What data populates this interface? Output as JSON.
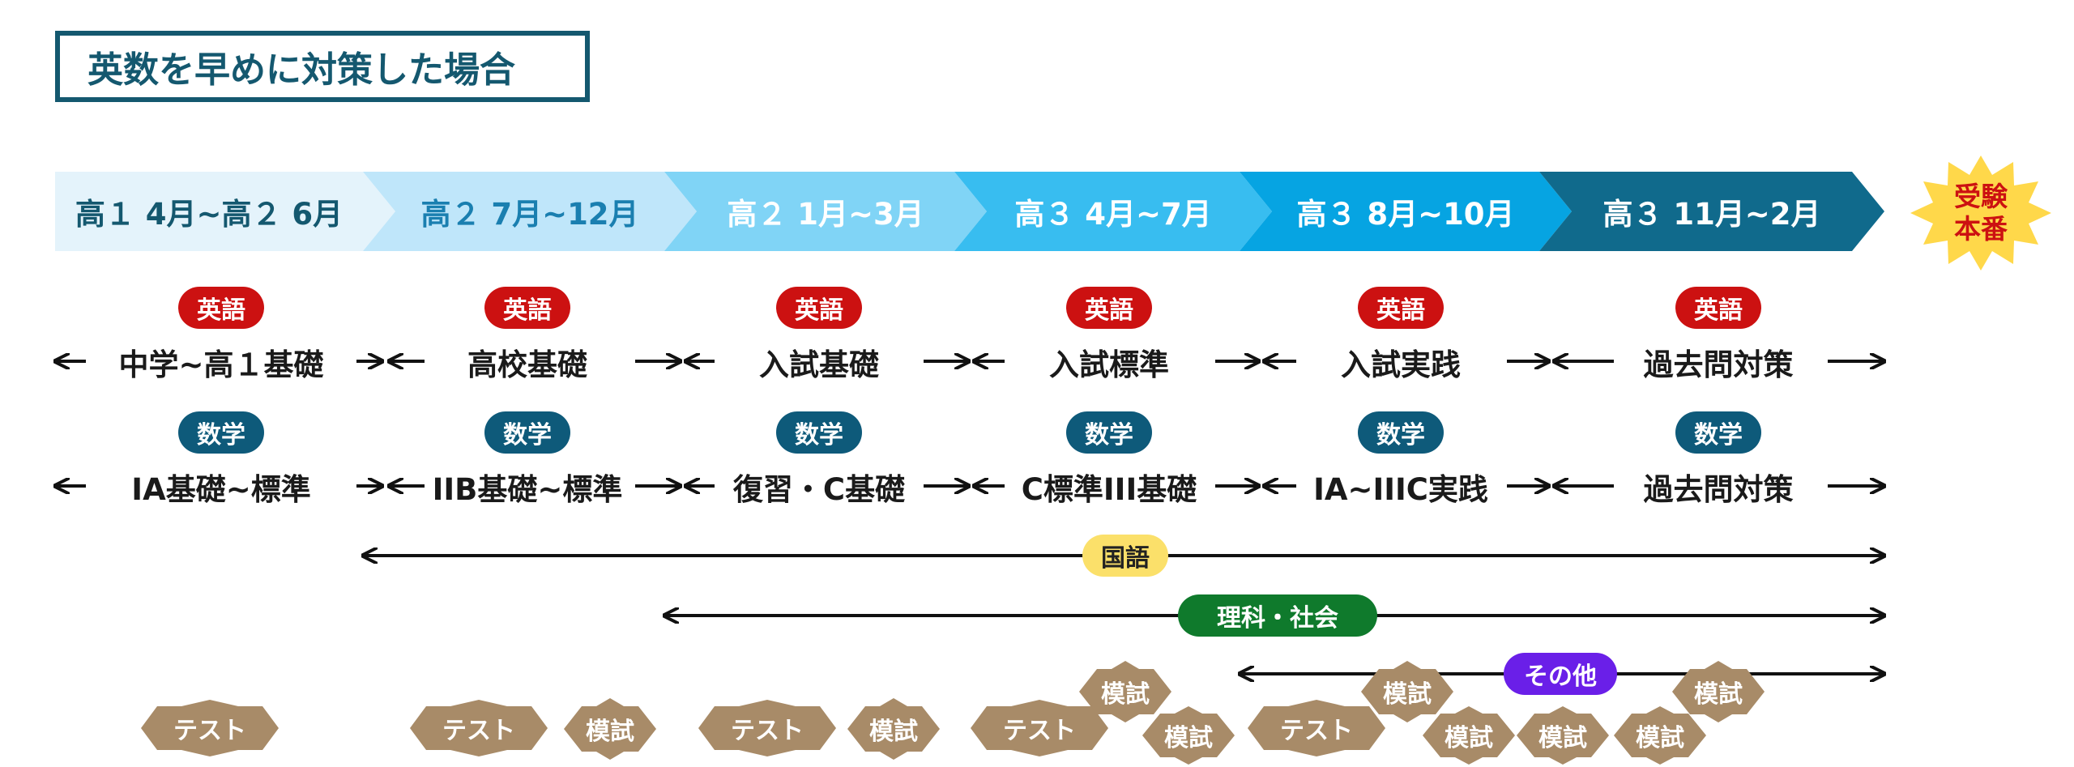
{
  "title": "英数を早めに対策した場合",
  "phases": [
    {
      "label": "高１ 4月~高２ 6月",
      "bg": "#e4f3fb",
      "fg": "#14586f"
    },
    {
      "label": "高２ 7月~12月",
      "bg": "#bfe6fa",
      "fg": "#1a7fb0"
    },
    {
      "label": "高２ 1月~3月",
      "bg": "#80d4f6",
      "fg": "#ffffff"
    },
    {
      "label": "高３ 4月~7月",
      "bg": "#38bdf0",
      "fg": "#ffffff"
    },
    {
      "label": "高３ 8月~10月",
      "bg": "#06a4e2",
      "fg": "#ffffff"
    },
    {
      "label": "高３ 11月~2月",
      "bg": "#106a8c",
      "fg": "#ffffff"
    }
  ],
  "exam_badge": {
    "line1": "受験",
    "line2": "本番"
  },
  "english": {
    "pill": "英語",
    "items": [
      "中学~高１基礎",
      "高校基礎",
      "入試基礎",
      "入試標準",
      "入試実践",
      "過去問対策"
    ]
  },
  "math": {
    "pill": "数学",
    "items": [
      "IA基礎~標準",
      "IIB基礎~標準",
      "復習・C基礎",
      "C標準III基礎",
      "IA~IIIC実践",
      "過去問対策"
    ]
  },
  "japanese": {
    "pill": "国語"
  },
  "science_social": {
    "pill": "理科・社会"
  },
  "other": {
    "pill": "その他"
  },
  "tags": {
    "test": "テスト",
    "mock": "模試"
  },
  "colors": {
    "english": "#cc1111",
    "math": "#0e5a7a",
    "japanese": "#fbe06a",
    "science": "#0f7a2c",
    "other": "#6a1fe8",
    "tag": "#a88b68",
    "star": "#ffd84a"
  }
}
